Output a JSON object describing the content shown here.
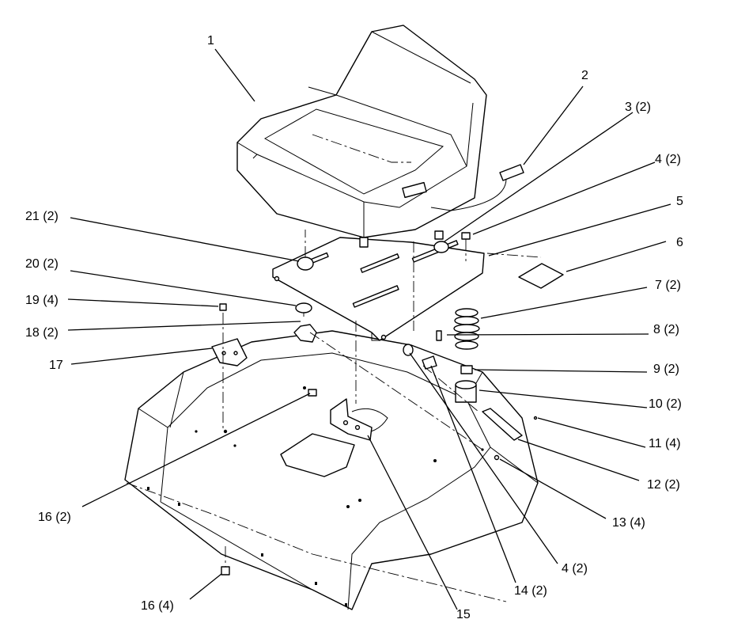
{
  "callouts": {
    "c1": "1",
    "c2": "2",
    "c3": "3 (2)",
    "c4a": "4 (2)",
    "c5": "5",
    "c6": "6",
    "c7": "7 (2)",
    "c8": "8 (2)",
    "c9": "9 (2)",
    "c10": "10 (2)",
    "c11": "11 (4)",
    "c12": "12 (2)",
    "c13": "13 (4)",
    "c4b": "4 (2)",
    "c14": "14 (2)",
    "c15": "15",
    "c16a": "16 (4)",
    "c16b": "16 (2)",
    "c17": "17",
    "c18": "18 (2)",
    "c19": "19 (4)",
    "c20": "20 (2)",
    "c21": "21 (2)"
  }
}
